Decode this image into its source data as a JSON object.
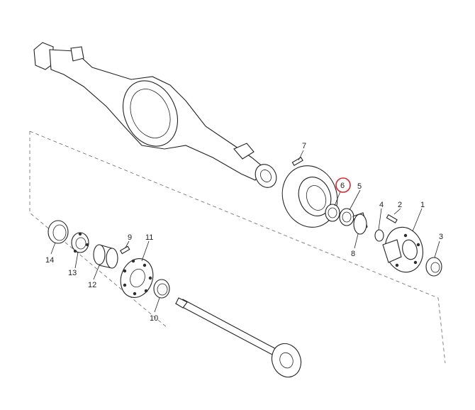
{
  "callouts": [
    {
      "id": "1",
      "label": "1"
    },
    {
      "id": "2",
      "label": "2"
    },
    {
      "id": "3",
      "label": "3"
    },
    {
      "id": "4",
      "label": "4"
    },
    {
      "id": "5",
      "label": "5"
    },
    {
      "id": "6",
      "label": "6",
      "highlighted": true
    },
    {
      "id": "7",
      "label": "7"
    },
    {
      "id": "8",
      "label": "8"
    },
    {
      "id": "9",
      "label": "9"
    },
    {
      "id": "10",
      "label": "10"
    },
    {
      "id": "11",
      "label": "11"
    },
    {
      "id": "12",
      "label": "12"
    },
    {
      "id": "13",
      "label": "13"
    },
    {
      "id": "14",
      "label": "14"
    }
  ],
  "colors": {
    "line": "#222222",
    "highlight": "#d9272e",
    "dashed": "#666666",
    "background": "#ffffff"
  }
}
